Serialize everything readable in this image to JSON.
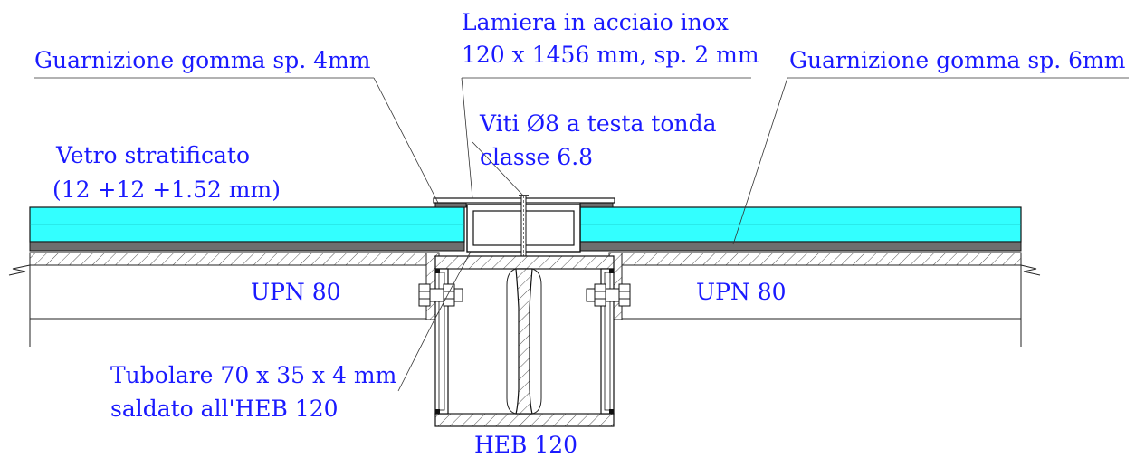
{
  "labels": {
    "lamiera_line1": "Lamiera in acciaio inox",
    "lamiera_line2": "120 x 1456 mm, sp. 2 mm",
    "guarnizione_4mm": "Guarnizione gomma sp. 4mm",
    "guarnizione_6mm": "Guarnizione gomma sp. 6mm",
    "viti_line1": "Viti Ø8 a testa tonda",
    "viti_line2": "classe 6.8",
    "vetro_line1": "Vetro stratificato",
    "vetro_line2": "(12 +12 +1.52 mm)",
    "upn_left": "UPN 80",
    "upn_right": "UPN 80",
    "tubolare_line1": "Tubolare 70 x 35 x 4 mm",
    "tubolare_line2": "saldato all'HEB 120",
    "heb": "HEB 120"
  },
  "colors": {
    "label_text": "#1a1aff",
    "glass": "#33ffff",
    "rubber": "#6e6e6e",
    "steel_line": "#222222"
  }
}
